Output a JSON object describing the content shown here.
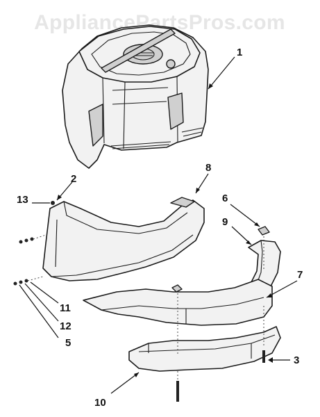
{
  "watermark": {
    "text": "AppliancePartsPros.com"
  },
  "callouts": [
    {
      "id": "c1",
      "label": "1"
    },
    {
      "id": "c2",
      "label": "2"
    },
    {
      "id": "c3",
      "label": "3"
    },
    {
      "id": "c5",
      "label": "5"
    },
    {
      "id": "c6",
      "label": "6"
    },
    {
      "id": "c7",
      "label": "7"
    },
    {
      "id": "c8",
      "label": "8"
    },
    {
      "id": "c9",
      "label": "9"
    },
    {
      "id": "c10",
      "label": "10"
    },
    {
      "id": "c11",
      "label": "11"
    },
    {
      "id": "c12",
      "label": "12"
    },
    {
      "id": "c13",
      "label": "13"
    }
  ],
  "colors": {
    "watermark": "#e6e6e6",
    "line": "#1a1a1a",
    "fill": "#f2f2f2"
  }
}
